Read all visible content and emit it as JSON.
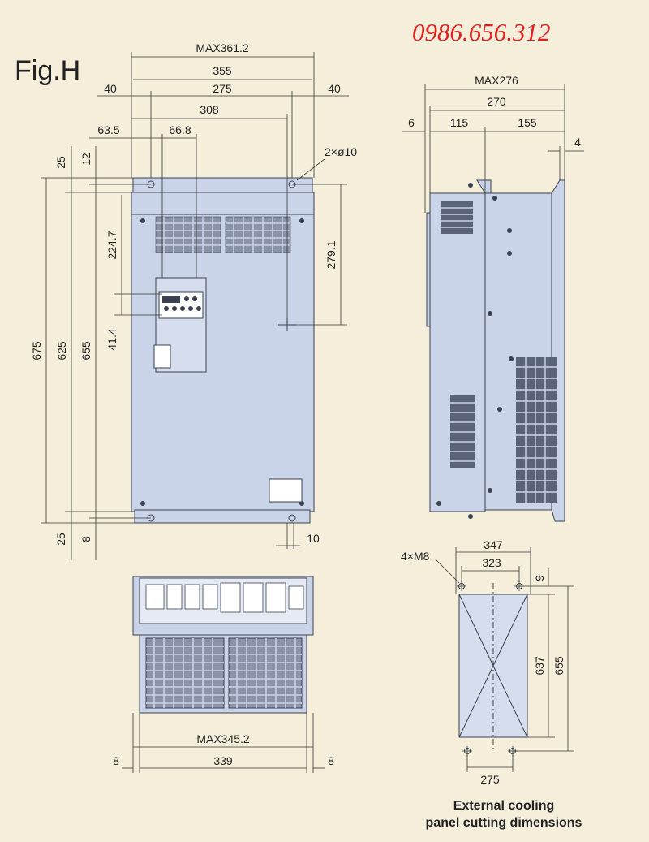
{
  "header": {
    "figure_label": "Fig.H",
    "phone": "0986.656.312"
  },
  "front_view": {
    "dims": {
      "max_width": "MAX361.2",
      "w355": "355",
      "w275": "275",
      "w308": "308",
      "left40": "40",
      "right40": "40",
      "d63_5": "63.5",
      "d66_8": "66.8",
      "top25": "25",
      "top12": "12",
      "holes": "2×ø10",
      "h675": "675",
      "h625": "625",
      "h655": "655",
      "h224_7": "224.7",
      "h41_4": "41.4",
      "h279_1": "279.1",
      "bot25": "25",
      "bot8": "8",
      "bot10": "10"
    }
  },
  "side_view": {
    "dims": {
      "max_depth": "MAX276",
      "d270": "270",
      "d6": "6",
      "d115": "115",
      "d155": "155",
      "d4": "4"
    }
  },
  "bottom_view": {
    "dims": {
      "max_width": "MAX345.2",
      "w339": "339",
      "left8": "8",
      "right8": "8"
    }
  },
  "cutout": {
    "dims": {
      "w347": "347",
      "w323": "323",
      "bolts": "4×M8",
      "d9": "9",
      "h637": "637",
      "h655": "655",
      "w275": "275"
    },
    "caption_line1": "External cooling",
    "caption_line2": "panel cutting dimensions"
  },
  "colors": {
    "background": "#f4eedb",
    "body": "#c9d4e8",
    "outline": "#3a4150",
    "phone": "#e0201e"
  }
}
